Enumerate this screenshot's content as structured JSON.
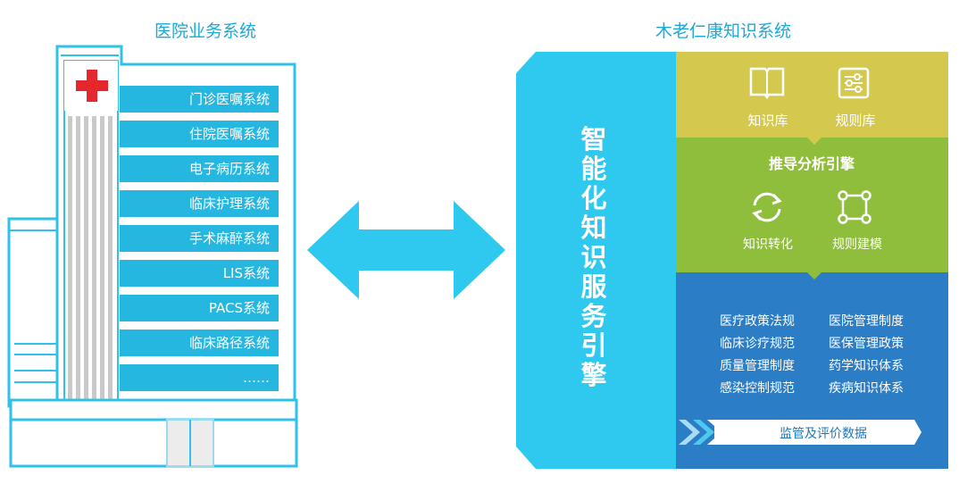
{
  "left": {
    "title": "医院业务系统",
    "systems": [
      "门诊医嘱系统",
      "住院医嘱系统",
      "电子病历系统",
      "临床护理系统",
      "手术麻醉系统",
      "LIS系统",
      "PACS系统",
      "临床路径系统",
      "……"
    ]
  },
  "right": {
    "title": "木老仁康知识系统",
    "engine_chars": [
      "智",
      "能",
      "化",
      "知",
      "识",
      "服",
      "务",
      "引",
      "擎"
    ],
    "top": {
      "items": [
        {
          "label": "知识库",
          "icon": "book-icon"
        },
        {
          "label": "规则库",
          "icon": "sliders-icon"
        }
      ]
    },
    "middle": {
      "title": "推导分析引擎",
      "items": [
        {
          "label": "知识转化",
          "icon": "refresh-icon"
        },
        {
          "label": "规则建模",
          "icon": "vector-square-icon"
        }
      ]
    },
    "bottom": {
      "categories": [
        [
          "医疗政策法规",
          "医院管理制度"
        ],
        [
          "临床诊疗规范",
          "医保管理政策"
        ],
        [
          "质量管理制度",
          "药学知识体系"
        ],
        [
          "感染控制规范",
          "疾病知识体系"
        ]
      ],
      "banner": "监管及评价数据"
    }
  },
  "colors": {
    "cyan": "#2fc1ea",
    "olive": "#d5c84f",
    "green": "#8fbd3c",
    "blue": "#2b7dc6"
  }
}
